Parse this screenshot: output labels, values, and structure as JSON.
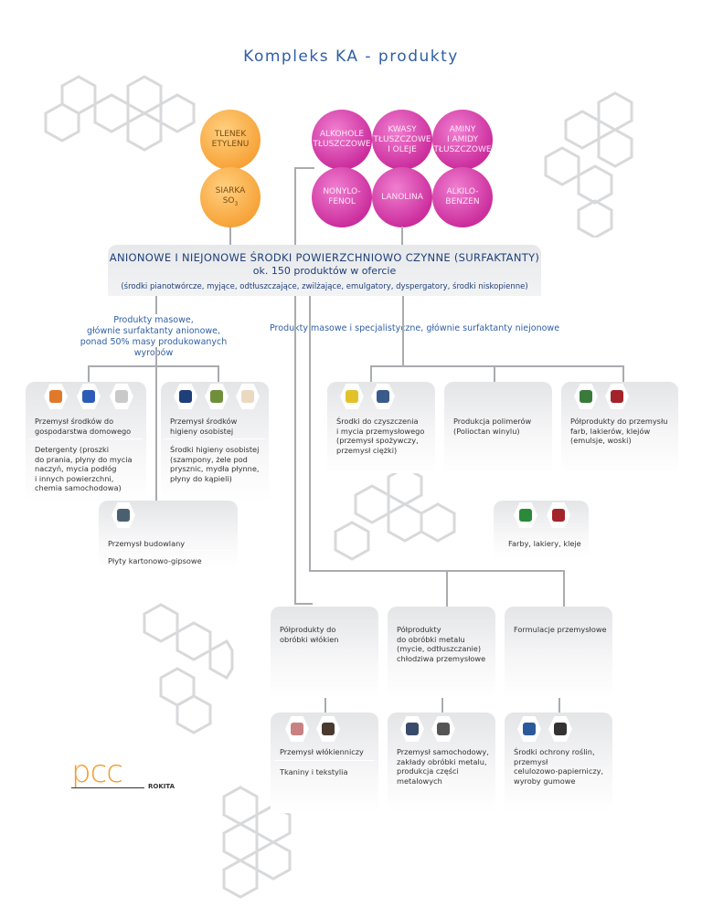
{
  "title": "Kompleks KA - produkty",
  "raw_materials": {
    "orange": [
      {
        "name": "tlenek-etylenu",
        "text": "TLENEK\nETYLENU"
      },
      {
        "name": "siarka",
        "text": "SIARKA\nSO",
        "sub": "3"
      }
    ],
    "pink": [
      {
        "name": "alkohole-tluszczowe",
        "text": "ALKOHOLE\nTŁUSZCZOWE"
      },
      {
        "name": "kwasy-tluszczowe",
        "text": "KWASY\nTŁUSZCZOWE\nI OLEJE"
      },
      {
        "name": "aminy-amidy",
        "text": "AMINY\nI AMIDY\nTŁUSZCZOWE"
      },
      {
        "name": "nonylofenol",
        "text": "NONYLO-\nFENOL"
      },
      {
        "name": "lanolina",
        "text": "LANOLINA"
      },
      {
        "name": "alkilobenzen",
        "text": "ALKILO-\nBENZEN"
      }
    ]
  },
  "main_box": {
    "line1": "ANIONOWE I NIEJONOWE ŚRODKI POWIERZCHNIOWO CZYNNE (SURFAKTANTY)",
    "line2": "ok. 150 produktów w ofercie",
    "line3": "(środki pianotwórcze, myjące, odtłuszczające, zwilżające, emulgatory, dyspergatory, środki niskopienne)"
  },
  "branch_left": "Produkty masowe,\ngłównie surfaktanty anionowe,\nponad 50% masy produkowanych wyrobów",
  "branch_right": "Produkty masowe i specjalistyczne, głównie surfaktanty niejonowe",
  "cards": {
    "gospodarstwo": {
      "title": "Przemysł środków do\ngospodarstwa domowego",
      "desc": "Detergenty (proszki\ndo prania, płyny do mycia\nnaczyń, mycia podłóg\ni innych powierzchni,\nchemia samochodowa)"
    },
    "higiena": {
      "title": "Przemysł środków\nhigieny osobistej",
      "desc": "Środki higieny osobistej\n(szampony, żele pod\nprysznic, mydła płynne,\npłyny do kąpieli)"
    },
    "czyszczenie": {
      "title": "Środki do czyszczenia\ni mycia przemysłowego\n(przemysł spożywczy,\nprzemysł ciężki)"
    },
    "polimery": {
      "title": "Produkcja polimerów\n(Polioctan winylu)"
    },
    "farby_poltorak": {
      "title": "Półprodukty do przemysłu\nfarb, lakierów, klejów\n(emulsje, woski)"
    },
    "budowlany": {
      "title": "Przemysł budowlany",
      "desc": "Płyty kartonowo-gipsowe"
    },
    "farby": {
      "title": "Farby, lakiery, kleje"
    },
    "wlokna": {
      "title": "Półprodukty do\nobróbki włókien"
    },
    "metal": {
      "title": "Półprodukty\ndo obróbki metalu\n(mycie, odtłuszczanie)\nchłodziwa przemysłowe"
    },
    "formulacje": {
      "title": "Formulacje przemysłowe"
    },
    "wlokienniczy": {
      "title": "Przemysł włókienniczy",
      "desc": "Tkaniny i tekstylia"
    },
    "samochodowy": {
      "title": "Przemysł samochodowy,\nzakłady obróbki metalu,\nprodukcja części\nmetalowych"
    },
    "ochrona": {
      "title": "Środki ochrony roślin,\nprzemysł\ncelulozowo-papierniczy,\nwyroby gumowe"
    }
  },
  "logo": {
    "brand": "pcc",
    "sub": "ROKITA"
  },
  "colors": {
    "accent": "#2f5fa6",
    "orange": "#f7a43a",
    "pink": "#cc2f9e",
    "logo": "#f39a2e"
  }
}
